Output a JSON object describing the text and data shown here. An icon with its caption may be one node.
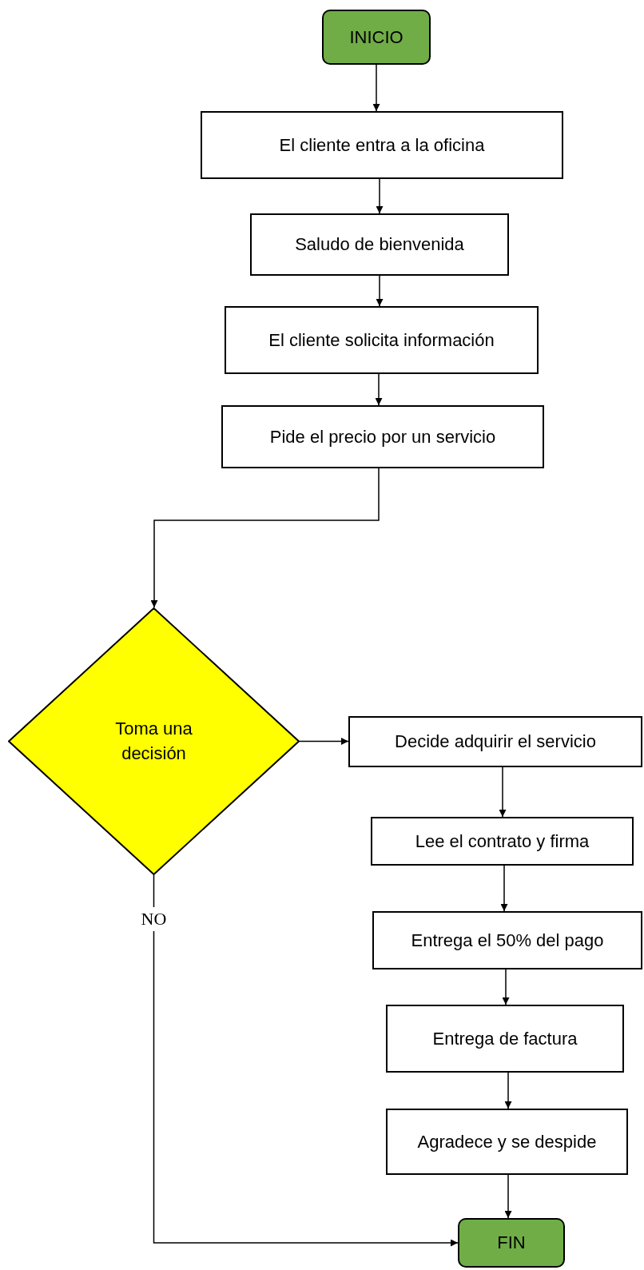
{
  "diagram": {
    "nodes": [
      {
        "text": [
          "INICIO"
        ]
      },
      {
        "text": [
          "El cliente entra a la oficina"
        ]
      },
      {
        "text": [
          "Saludo de bienvenida"
        ]
      },
      {
        "text": [
          "El cliente solicita información"
        ]
      },
      {
        "text": [
          "Pide el precio por un servicio"
        ]
      },
      {
        "text": [
          "Toma una decisión"
        ]
      },
      {
        "text": [
          "Decide adquirir el servicio"
        ]
      },
      {
        "text": [
          "Lee el contrato y firma"
        ]
      },
      {
        "text": [
          "Entrega el 50% del pago"
        ]
      },
      {
        "text": [
          "Entrega de factura"
        ]
      },
      {
        "text": [
          "Agradece y se despide"
        ]
      },
      {
        "text": [
          "FIN"
        ]
      }
    ],
    "edges": [
      {
        "from": 0,
        "to": 1,
        "arrow": "to"
      },
      {
        "from": 1,
        "to": 2,
        "arrow": "to"
      },
      {
        "from": 2,
        "to": 3,
        "arrow": "to"
      },
      {
        "from": 3,
        "to": 4,
        "arrow": "to"
      },
      {
        "from": 4,
        "to": 5,
        "arrow": "to"
      },
      {
        "from": 5,
        "to": 6,
        "arrow": "to"
      },
      {
        "from": 6,
        "to": 7,
        "arrow": "to"
      },
      {
        "from": 7,
        "to": 8,
        "arrow": "to"
      },
      {
        "from": 8,
        "to": 9,
        "arrow": "to"
      },
      {
        "from": 9,
        "to": 10,
        "arrow": "to"
      },
      {
        "from": 10,
        "to": 11,
        "arrow": "to"
      },
      {
        "from": 5,
        "to": 11,
        "arrow": "to",
        "label": "NO"
      }
    ]
  }
}
